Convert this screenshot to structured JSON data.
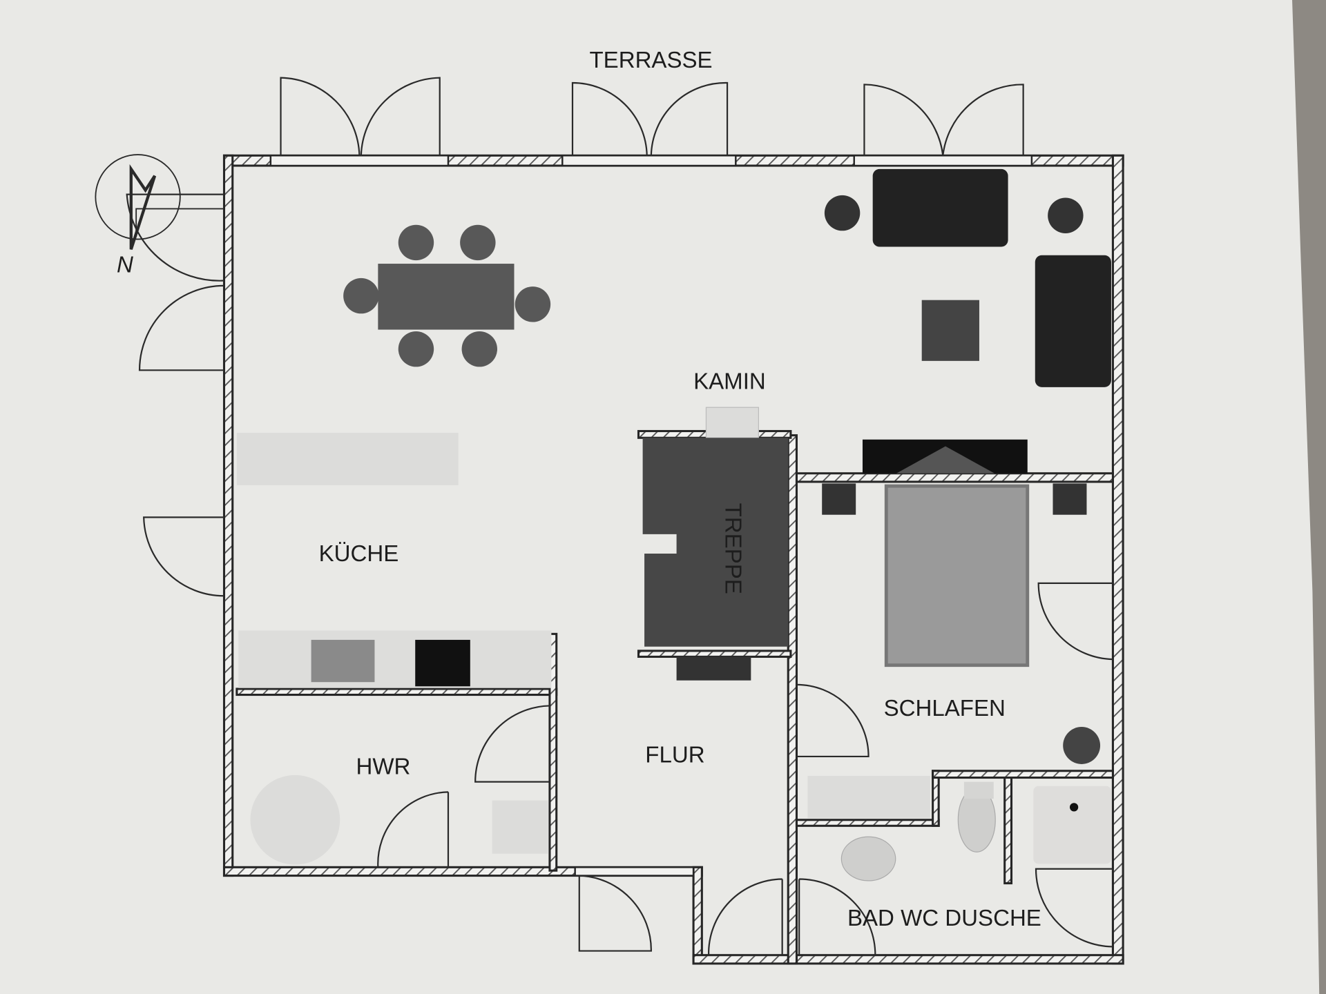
{
  "plan": {
    "rooms": {
      "terrace": "TERRASSE",
      "fireplace": "KAMIN",
      "kitchen": "KÜCHE",
      "stairs": "TREPPE",
      "bedroom": "SCHLAFEN",
      "utility": "HWR",
      "hallway": "FLUR",
      "bathroom": "BAD WC DUSCHE"
    },
    "compass": {
      "north": "N"
    }
  },
  "colors": {
    "paper": "#e9e9e6",
    "wall": "#262626",
    "dark_furniture": "#222222",
    "furniture": "#5a5a5a",
    "stairs": "#474747"
  }
}
